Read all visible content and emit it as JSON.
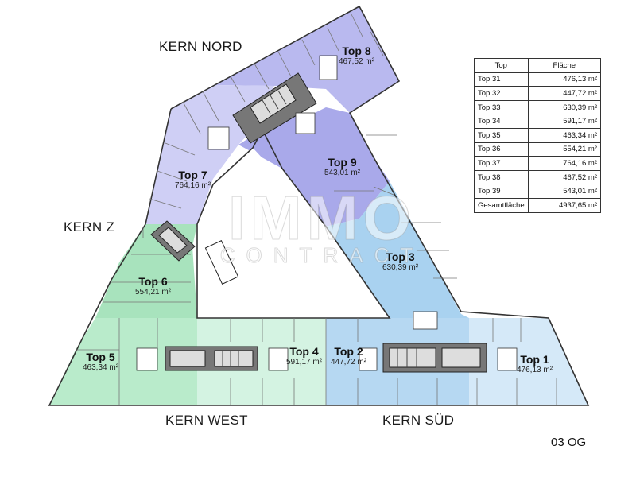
{
  "core_labels": {
    "nord": "KERN NORD",
    "z": "KERN Z",
    "west": "KERN WEST",
    "sued": "KERN SÜD"
  },
  "units": [
    {
      "name": "Top 8",
      "area": "467,52 m²",
      "color": "#b9b9ef"
    },
    {
      "name": "Top 9",
      "area": "543,01 m²",
      "color": "#a9a9ea"
    },
    {
      "name": "Top 7",
      "area": "764,16 m²",
      "color": "#cfcff5"
    },
    {
      "name": "Top 6",
      "area": "554,21 m²",
      "color": "#a8e3bd"
    },
    {
      "name": "Top 5",
      "area": "463,34 m²",
      "color": "#b9ebcb"
    },
    {
      "name": "Top 4",
      "area": "591,17 m²",
      "color": "#d4f3e2"
    },
    {
      "name": "Top 2",
      "area": "447,72 m²",
      "color": "#b6d8f2"
    },
    {
      "name": "Top 3",
      "area": "630,39 m²",
      "color": "#a9d2f0"
    },
    {
      "name": "Top 1",
      "area": "476,13 m²",
      "color": "#d5e9f8"
    }
  ],
  "watermark": {
    "line1": "IMMO",
    "line2": "CONTRACT"
  },
  "floor_label": "03 OG",
  "table": {
    "headers": [
      "Top",
      "Fläche"
    ],
    "rows": [
      [
        "Top 31",
        "476,13 m²"
      ],
      [
        "Top 32",
        "447,72 m²"
      ],
      [
        "Top 33",
        "630,39 m²"
      ],
      [
        "Top 34",
        "591,17 m²"
      ],
      [
        "Top 35",
        "463,34 m²"
      ],
      [
        "Top 36",
        "554,21 m²"
      ],
      [
        "Top 37",
        "764,16 m²"
      ],
      [
        "Top 38",
        "467,52 m²"
      ],
      [
        "Top 39",
        "543,01 m²"
      ],
      [
        "Gesamtfläche",
        "4937,65 m²"
      ]
    ]
  }
}
